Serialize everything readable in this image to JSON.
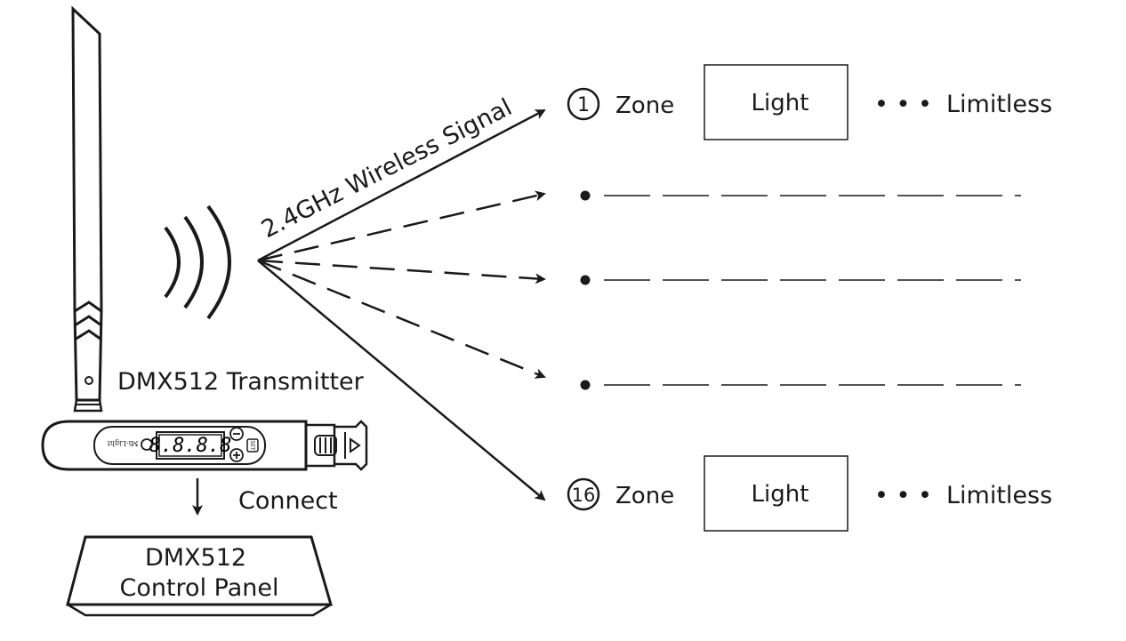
{
  "transmitter": {
    "label": "DMX512 Transmitter",
    "display": "8.8.8.8",
    "brand": "Mi-Light",
    "set_label": "SET"
  },
  "connect_label": "Connect",
  "control_panel": {
    "line1": "DMX512",
    "line2": "Control Panel"
  },
  "signal_label": "2.4GHz Wireless Signal",
  "zones": [
    {
      "number": "1",
      "zone_label": "Zone",
      "light_label": "Light",
      "ellipsis": "• • •",
      "limit_label": "Limitless"
    },
    {
      "number": "16",
      "zone_label": "Zone",
      "light_label": "Light",
      "ellipsis": "• • •",
      "limit_label": "Limitless"
    }
  ],
  "colors": {
    "ink": "#1a1a1a",
    "background": "#ffffff"
  }
}
